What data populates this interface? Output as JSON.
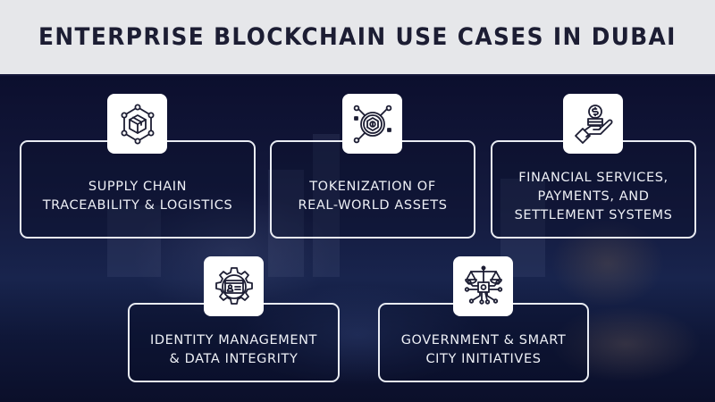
{
  "header": {
    "title": "ENTERPRISE BLOCKCHAIN USE CASES IN DUBAI"
  },
  "colors": {
    "header_bg": "#e6e7ea",
    "title": "#1c1d33",
    "bg_dark": "#0c0f2e",
    "card_border": "#e9ecf3",
    "icon_bg": "#ffffff",
    "icon_stroke": "#1c1d33"
  },
  "cards": [
    {
      "icon": "supply-chain-box-network-icon",
      "label": "SUPPLY CHAIN\nTRACEABILITY & LOGISTICS"
    },
    {
      "icon": "token-coin-circuit-icon",
      "label": "TOKENIZATION OF\nREAL-WORLD ASSETS"
    },
    {
      "icon": "hand-coin-payment-icon",
      "label": "FINANCIAL SERVICES,\nPAYMENTS, AND\nSETTLEMENT SYSTEMS"
    },
    {
      "icon": "gear-id-card-icon",
      "label": "IDENTITY MANAGEMENT\n& DATA INTEGRITY"
    },
    {
      "icon": "scales-circuit-icon",
      "label": "GOVERNMENT & SMART\nCITY INITIATIVES"
    }
  ]
}
